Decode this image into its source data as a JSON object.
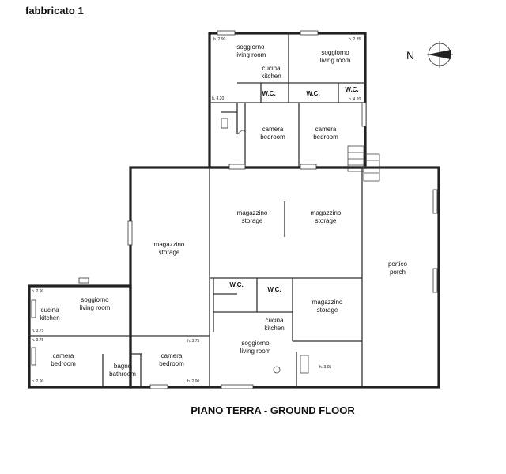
{
  "building_title": "fabbricato 1",
  "floor_title": "PIANO TERRA - GROUND FLOOR",
  "north_letter": "N",
  "rooms": {
    "soggiorno_top_left": [
      "soggiorno",
      "living room"
    ],
    "cucina_top": [
      "cucina",
      "kitchen"
    ],
    "soggiorno_top_right": [
      "soggiorno",
      "living room"
    ],
    "wc_top_1": "W.C.",
    "wc_top_2": "W.C.",
    "wc_top_3": "W.C.",
    "camera_top_1": [
      "camera",
      "bedroom"
    ],
    "camera_top_2": [
      "camera",
      "bedroom"
    ],
    "magazzino_center_1": [
      "magazzino",
      "storage"
    ],
    "magazzino_center_2": [
      "magazzino",
      "storage"
    ],
    "magazzino_left": [
      "magazzino",
      "storage"
    ],
    "portico": [
      "portico",
      "porch"
    ],
    "wc_mid_1": "W.C.",
    "wc_mid_2": "W.C.",
    "magazzino_right": [
      "magazzino",
      "storage"
    ],
    "cucina_mid": [
      "cucina",
      "kitchen"
    ],
    "soggiorno_mid": [
      "soggiorno",
      "living room"
    ],
    "soggiorno_left": [
      "soggiorno",
      "living room"
    ],
    "cucina_left": [
      "cucina",
      "kitchen"
    ],
    "camera_left": [
      "camera",
      "bedroom"
    ],
    "bagno": [
      "bagno",
      "bathroom"
    ],
    "camera_bottom": [
      "camera",
      "bedroom"
    ]
  },
  "heights": {
    "h1": "h. 2.90",
    "h2": "h. 2.85",
    "h3": "h. 4.20",
    "h4": "h. 4.20",
    "h5": "h. 2.90",
    "h6": "h. 3.75",
    "h7": "h. 3.75",
    "h8": "h. 2.90",
    "h9": "h. 3.75",
    "h10": "h. 2.90",
    "h11": "h. 3.05"
  }
}
